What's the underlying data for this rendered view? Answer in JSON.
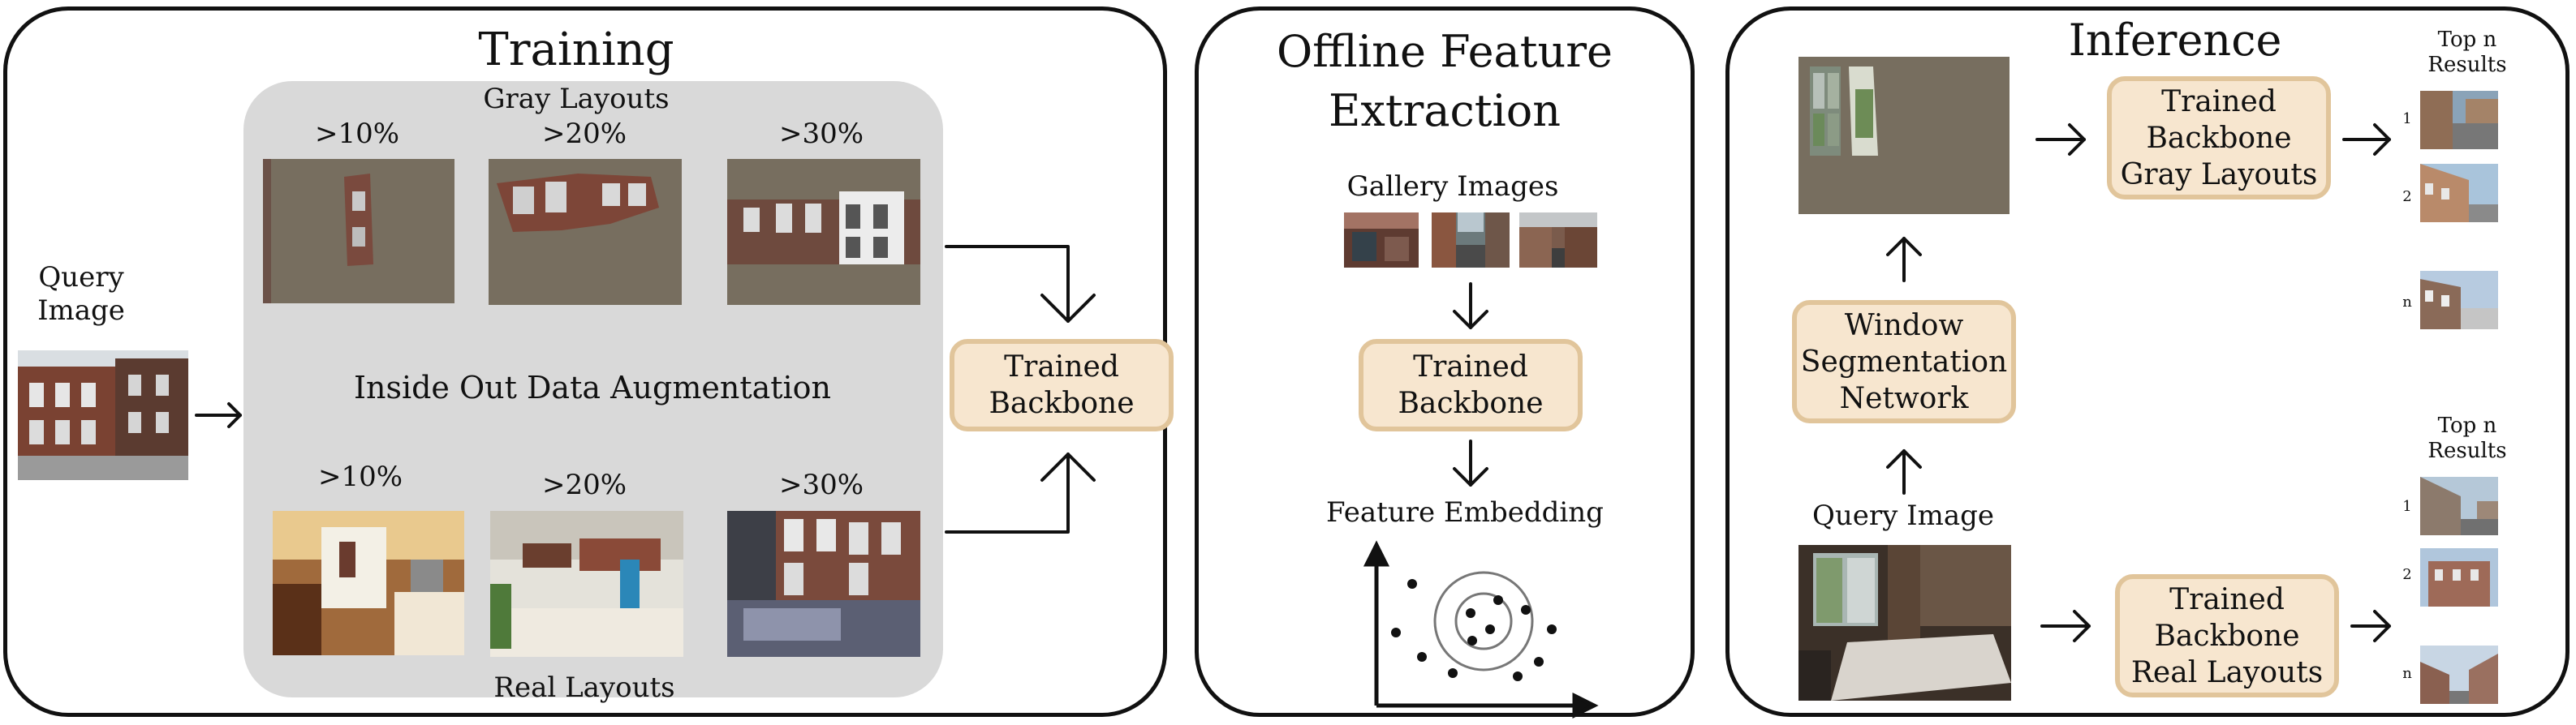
{
  "training": {
    "title": "Training",
    "query_image_label": "Query\nImage",
    "gray_layouts_label": "Gray Layouts",
    "real_layouts_label": "Real Layouts",
    "augmentation_label": "Inside Out Data Augmentation",
    "pct_top": [
      ">10%",
      ">20%",
      ">30%"
    ],
    "pct_bottom": [
      ">10%",
      ">20%",
      ">30%"
    ],
    "backbone": "Trained\nBackbone"
  },
  "offline": {
    "title": "Offline Feature\nExtraction",
    "gallery_label": "Gallery Images",
    "backbone": "Trained\nBackbone",
    "embedding_label": "Feature Embedding"
  },
  "inference": {
    "title": "Inference",
    "topn_top": "Top n\nResults",
    "topn_bottom": "Top n\nResults",
    "segmentation": "Window\nSegmentation\nNetwork",
    "query_image_label": "Query Image",
    "backbone_gray": "Trained\nBackbone\nGray Layouts",
    "backbone_real": "Trained\nBackbone\nReal Layouts",
    "ranks_top": [
      "1",
      "2",
      "n"
    ],
    "ranks_bottom": [
      "1",
      "2",
      "n"
    ]
  },
  "colors": {
    "box_fill": "#f7e6cf",
    "box_border": "#e1c59b",
    "gray_layout": "#776e5f",
    "augmentation_bg": "#d9d9d9"
  }
}
